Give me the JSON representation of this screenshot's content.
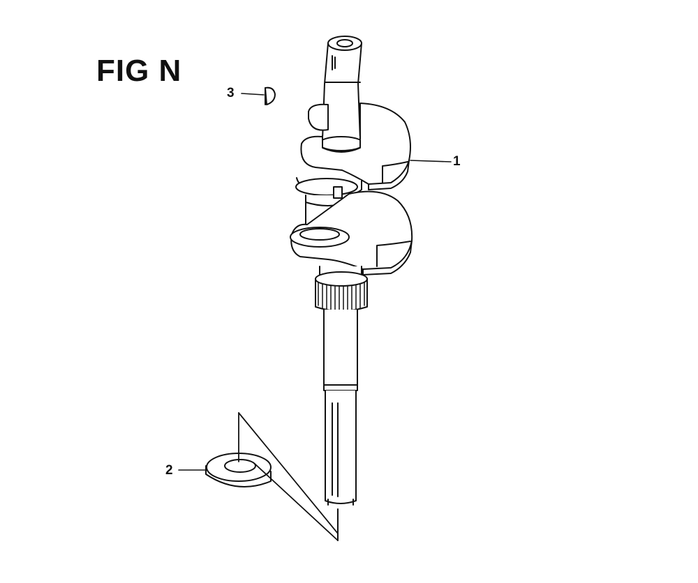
{
  "figure": {
    "title": "FIG N"
  },
  "callouts": [
    {
      "number": "1"
    },
    {
      "number": "2"
    },
    {
      "number": "3"
    }
  ]
}
